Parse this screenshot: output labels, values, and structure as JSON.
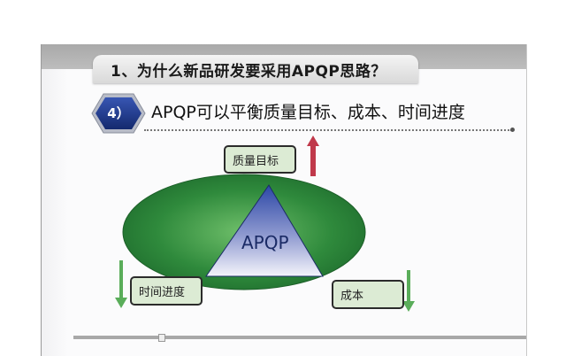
{
  "slide": {
    "title": "1、为什么新品研发要采用APQP思路？",
    "section_number": "4）",
    "subtitle": "APQP可以平衡质量目标、成本、时间进度"
  },
  "diagram": {
    "center_label": "APQP",
    "boxes": {
      "quality": "质量目标",
      "schedule": "时间进度",
      "cost": "成本"
    },
    "arrows": {
      "quality": "up",
      "schedule": "down",
      "cost": "down"
    },
    "colors": {
      "ellipse": "#2e8b3e",
      "triangle_top": "#2f4fa8",
      "triangle_bottom": "#f4f4fb",
      "arrow_up": "#c0394b",
      "arrow_down": "#5aad5a",
      "box_fill": "#dcebd4",
      "hex_fill": "#1f3c8c"
    }
  }
}
